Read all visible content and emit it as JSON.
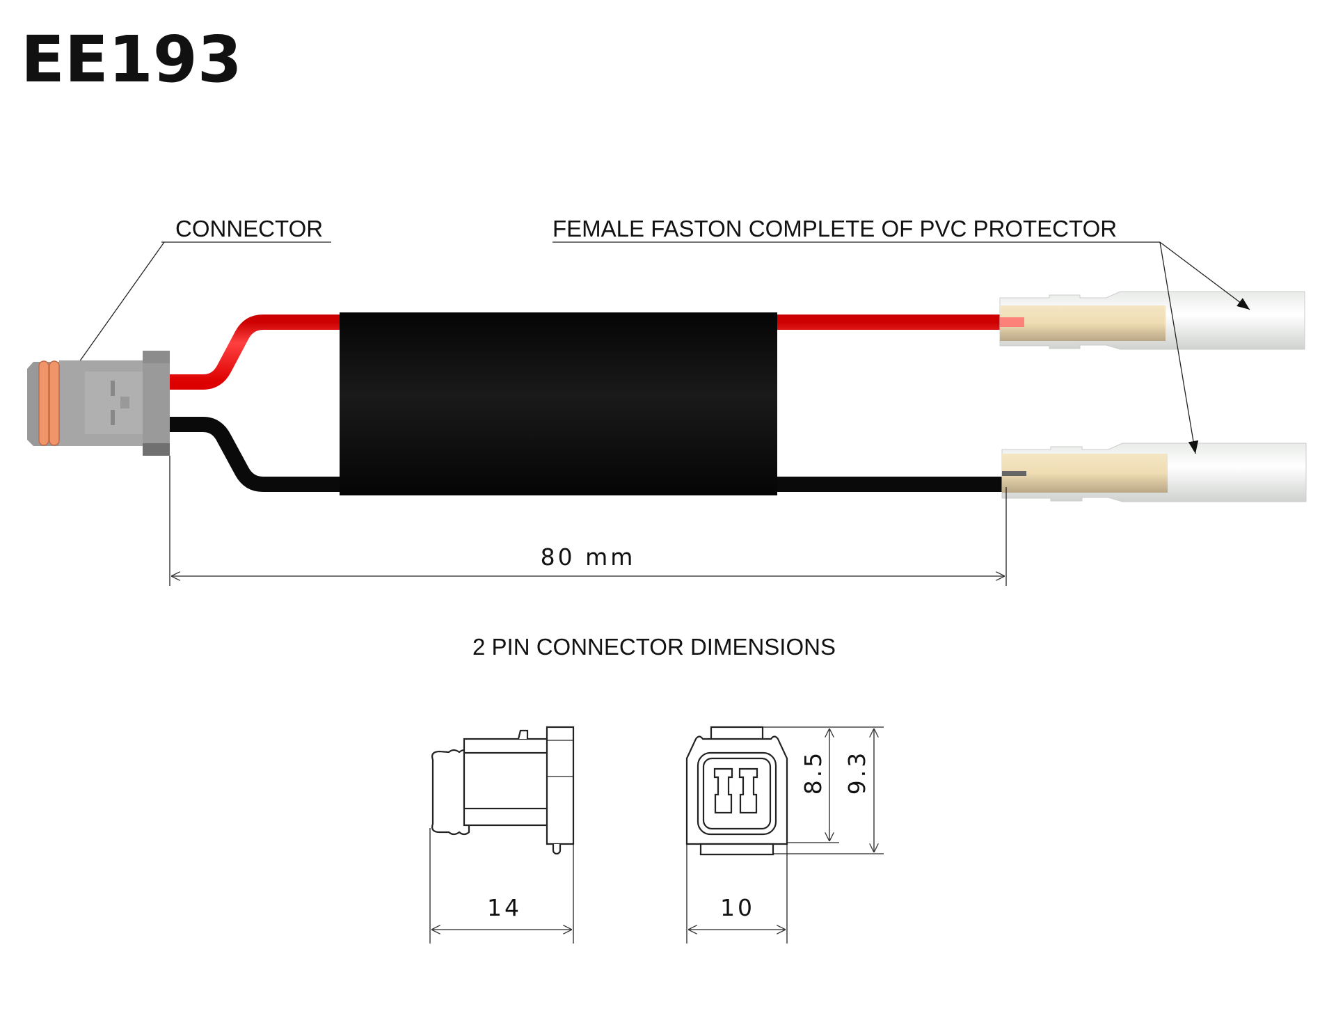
{
  "title": "EE193",
  "labels": {
    "connector": "CONNECTOR",
    "faston": "FEMALE FASTON COMPLETE OF PVC PROTECTOR",
    "length": "80 mm",
    "dimensions_heading": "2 PIN CONNECTOR DIMENSIONS"
  },
  "dimensions": {
    "length": "14",
    "width": "10",
    "inner_height": "8.5",
    "outer_height": "9.3"
  },
  "colors": {
    "red_wire": "#ff0000",
    "black_wire": "#0a0a0a",
    "seal": "#f0956a",
    "housing": "#a4a4a4"
  }
}
